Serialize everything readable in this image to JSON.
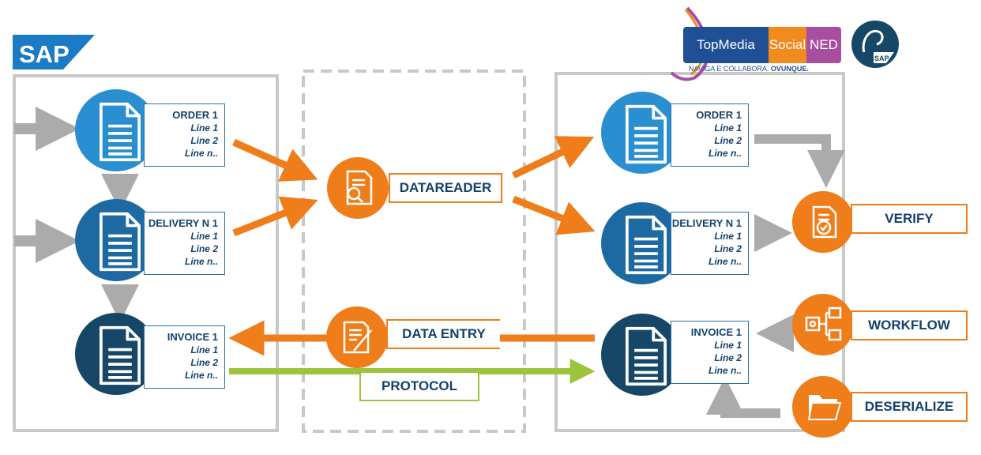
{
  "logos": {
    "sap_left": "SAP",
    "brand": {
      "topmedia": "TopMedia",
      "social": "Social",
      "ned": "NED",
      "tagline": "NAVIGA E COLLABORA.",
      "tagline_bold": "OVUNQUE."
    },
    "sap_badge": "SAP"
  },
  "colors": {
    "blue_light": "#2a8fd0",
    "blue_mid": "#1d6aa3",
    "blue_dark": "#174766",
    "orange": "#ee7d1a",
    "green": "#9dc43c",
    "grey": "#ababab"
  },
  "left_docs": [
    {
      "title": "ORDER 1",
      "lines": [
        "Line 1",
        "Line 2",
        "Line n.."
      ]
    },
    {
      "title": "DELIVERY N 1",
      "lines": [
        "Line 1",
        "Line 2",
        "Line n.."
      ]
    },
    {
      "title": "INVOICE 1",
      "lines": [
        "Line 1",
        "Line 2",
        "Line n.."
      ]
    }
  ],
  "right_docs": [
    {
      "title": "ORDER 1",
      "lines": [
        "Line 1",
        "Line 2",
        "Line n.."
      ]
    },
    {
      "title": "DELIVERY N 1",
      "lines": [
        "Line 1",
        "Line 2",
        "Line n.."
      ]
    },
    {
      "title": "INVOICE 1",
      "lines": [
        "Line 1",
        "Line 2",
        "Line n.."
      ]
    }
  ],
  "actions": {
    "datareader": "DATAREADER",
    "data_entry": "DATA ENTRY",
    "protocol": "PROTOCOL",
    "verify": "VERIFY",
    "workflow": "WORKFLOW",
    "deserialize": "DESERIALIZE"
  },
  "icons": {
    "document": "document-icon",
    "datareader": "search-document-icon",
    "data_entry": "edit-document-icon",
    "verify": "check-document-icon",
    "workflow": "workflow-icon",
    "deserialize": "folder-icon"
  }
}
